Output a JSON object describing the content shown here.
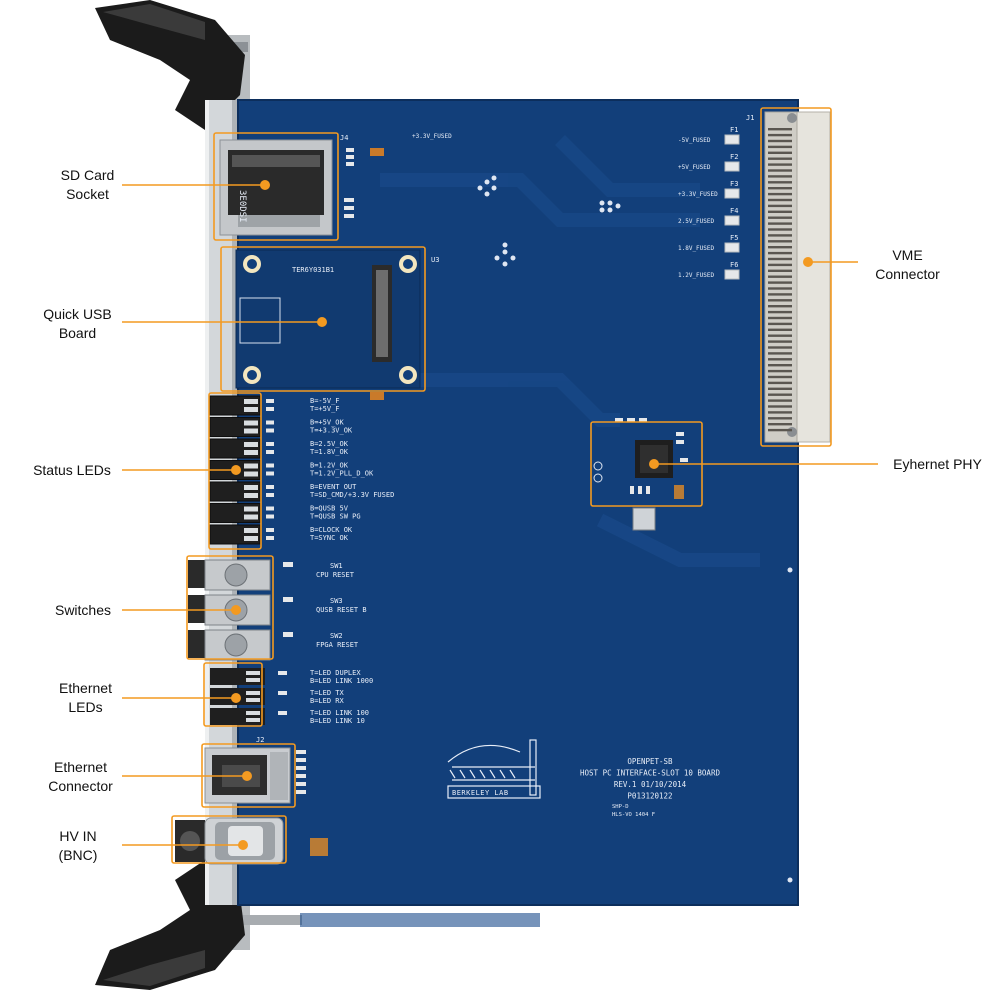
{
  "colors": {
    "pcb": "#123f7a",
    "pcb_trace": "#1a4b8c",
    "callout": "#f39a21",
    "silkscreen": "#e8eef8",
    "faceplate": "#cfd3d6",
    "connector": "#e6e4dd"
  },
  "callouts": [
    {
      "id": "sd-card-socket",
      "lines": [
        "SD Card",
        "Socket"
      ]
    },
    {
      "id": "quick-usb-board",
      "lines": [
        "Quick USB",
        "Board"
      ]
    },
    {
      "id": "status-leds",
      "lines": [
        "Status LEDs"
      ]
    },
    {
      "id": "switches",
      "lines": [
        "Switches"
      ]
    },
    {
      "id": "ethernet-leds",
      "lines": [
        "Ethernet",
        "LEDs"
      ]
    },
    {
      "id": "ethernet-connector",
      "lines": [
        "Ethernet",
        "Connector"
      ]
    },
    {
      "id": "hv-in-bnc",
      "lines": [
        "HV IN",
        "(BNC)"
      ]
    },
    {
      "id": "vme-connector",
      "lines": [
        "VME",
        "Connector"
      ]
    },
    {
      "id": "ethernet-phy",
      "lines": [
        "Eyhernet PHY"
      ]
    }
  ],
  "board_text": {
    "sd_ref": "J4",
    "fused_net": "+3.3V_FUSED",
    "u3_ref": "U3",
    "u3_part": "TER6Y031B1",
    "j1_ref": "J1",
    "fuses": [
      "-5V_FUSED",
      "+5V_FUSED",
      "+3.3V_FUSED",
      "2.5V_FUSED",
      "1.8V_FUSED",
      "1.2V_FUSED"
    ],
    "fuse_refs": [
      "F1",
      "F2",
      "F3",
      "F4",
      "F5",
      "F6"
    ],
    "status_leds": [
      [
        "B=-5V_F",
        "T=+5V_F"
      ],
      [
        "B=+5V_OK",
        "T=+3.3V_OK"
      ],
      [
        "B=2.5V_OK",
        "T=1.8V_OK"
      ],
      [
        "B=1.2V_OK",
        "T=1.2V_PLL_D_OK"
      ],
      [
        "B=EVENT OUT",
        "T=SD_CMD/+3.3V FUSED"
      ],
      [
        "B=QUSB 5V",
        "T=QUSB SW PG"
      ],
      [
        "B=CLOCK OK",
        "T=SYNC OK"
      ]
    ],
    "switches": [
      [
        "SW1",
        "CPU RESET"
      ],
      [
        "SW3",
        "QUSB RESET B"
      ],
      [
        "SW2",
        "FPGA RESET"
      ]
    ],
    "eth_leds": [
      [
        "T=LED DUPLEX",
        "B=LED LINK 1000"
      ],
      [
        "T=LED TX",
        "B=LED RX"
      ],
      [
        "T=LED LINK 100",
        "B=LED LINK 10"
      ]
    ],
    "j2_ref": "J2",
    "board_title": [
      "OPENPET-SB",
      "HOST PC INTERFACE-SLOT 10 BOARD",
      "REV.1   01/10/2014",
      "P013120122"
    ],
    "board_small": [
      "SHP-D",
      "HLS-VO  1404 F"
    ],
    "logo_text": "BERKELEY LAB"
  }
}
